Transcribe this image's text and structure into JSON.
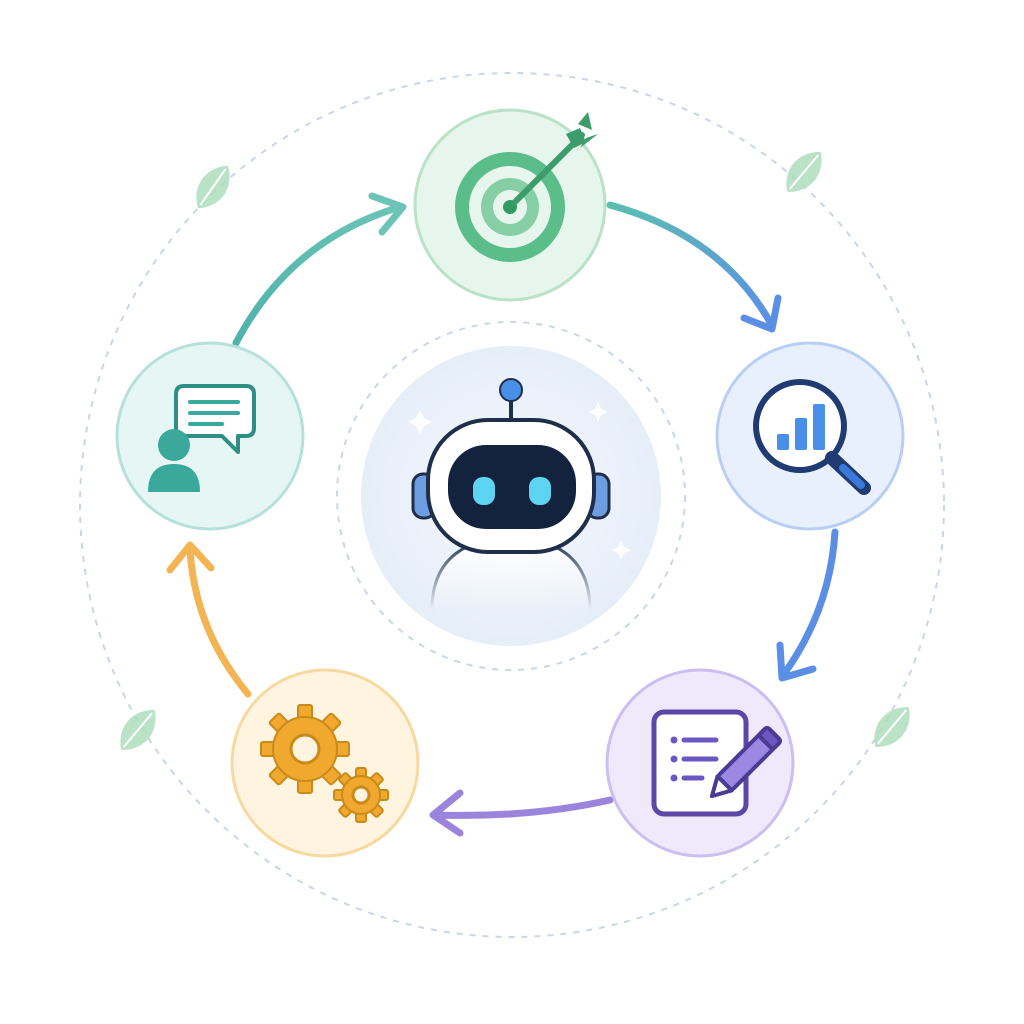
{
  "diagram": {
    "type": "cycle",
    "direction": "clockwise",
    "center": {
      "icon": "robot-icon"
    },
    "stages": [
      {
        "id": "goal",
        "icon": "target-arrow-icon",
        "color": "#5bbd8a",
        "fill": "#e7f6ec"
      },
      {
        "id": "analysis",
        "icon": "magnifier-bar-chart-icon",
        "color": "#3b78d8",
        "fill": "#e8f0fd"
      },
      {
        "id": "planning",
        "icon": "checklist-pencil-icon",
        "color": "#7d63cf",
        "fill": "#efeafb"
      },
      {
        "id": "execution",
        "icon": "gears-icon",
        "color": "#f0a92e",
        "fill": "#fff4df"
      },
      {
        "id": "feedback",
        "icon": "person-chat-icon",
        "color": "#3aa89b",
        "fill": "#e6f6f4"
      }
    ],
    "arrows": [
      {
        "from": "goal",
        "to": "analysis",
        "color": "#6a9fe0"
      },
      {
        "from": "analysis",
        "to": "planning",
        "color": "#5b8fe6"
      },
      {
        "from": "planning",
        "to": "execution",
        "color": "#9b85dc"
      },
      {
        "from": "execution",
        "to": "feedback",
        "color": "#f3b453"
      },
      {
        "from": "feedback",
        "to": "goal",
        "color": "#5cbfb0"
      }
    ],
    "decorations": {
      "leaf_icon": "leaf-icon",
      "leaf_color": "#a9dbb9",
      "ring_color": "#c9d6e8"
    }
  }
}
